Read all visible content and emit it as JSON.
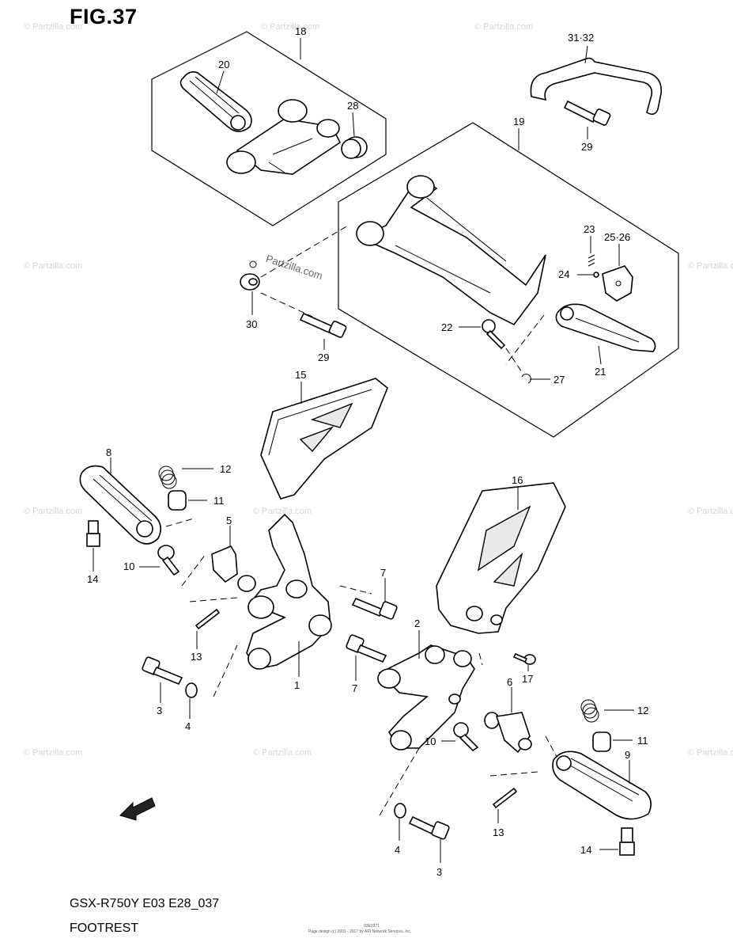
{
  "figure": {
    "title": "FIG.37"
  },
  "footer": {
    "model": "GSX-R750Y E03 E28_037",
    "name": "FOOTREST",
    "fine_print": "Page design (c) 2001 - 2017 by ARI Network Services, Inc.",
    "fine_code": "03E0371"
  },
  "watermark": {
    "text": "© Partzilla.com",
    "center_text": "Partzilla.com"
  },
  "callouts": {
    "c18": "18",
    "c20": "20",
    "c28": "28",
    "c31_32": "31·32",
    "c29a": "29",
    "c19": "19",
    "c23": "23",
    "c25_26": "25·26",
    "c24": "24",
    "c30": "30",
    "c29b": "29",
    "c22": "22",
    "c21": "21",
    "c27": "27",
    "c15": "15",
    "c8": "8",
    "c12a": "12",
    "c11a": "11",
    "c5": "5",
    "c14a": "14",
    "c10a": "10",
    "c13a": "13",
    "c7a": "7",
    "c7b": "7",
    "c16": "16",
    "c2": "2",
    "c17": "17",
    "c1": "1",
    "c3a": "3",
    "c4a": "4",
    "c6": "6",
    "c12b": "12",
    "c10b": "10",
    "c11b": "11",
    "c9": "9",
    "c13b": "13",
    "c4b": "4",
    "c3b": "3",
    "c14b": "14"
  },
  "fwd_icon": "fwd-arrow-icon"
}
